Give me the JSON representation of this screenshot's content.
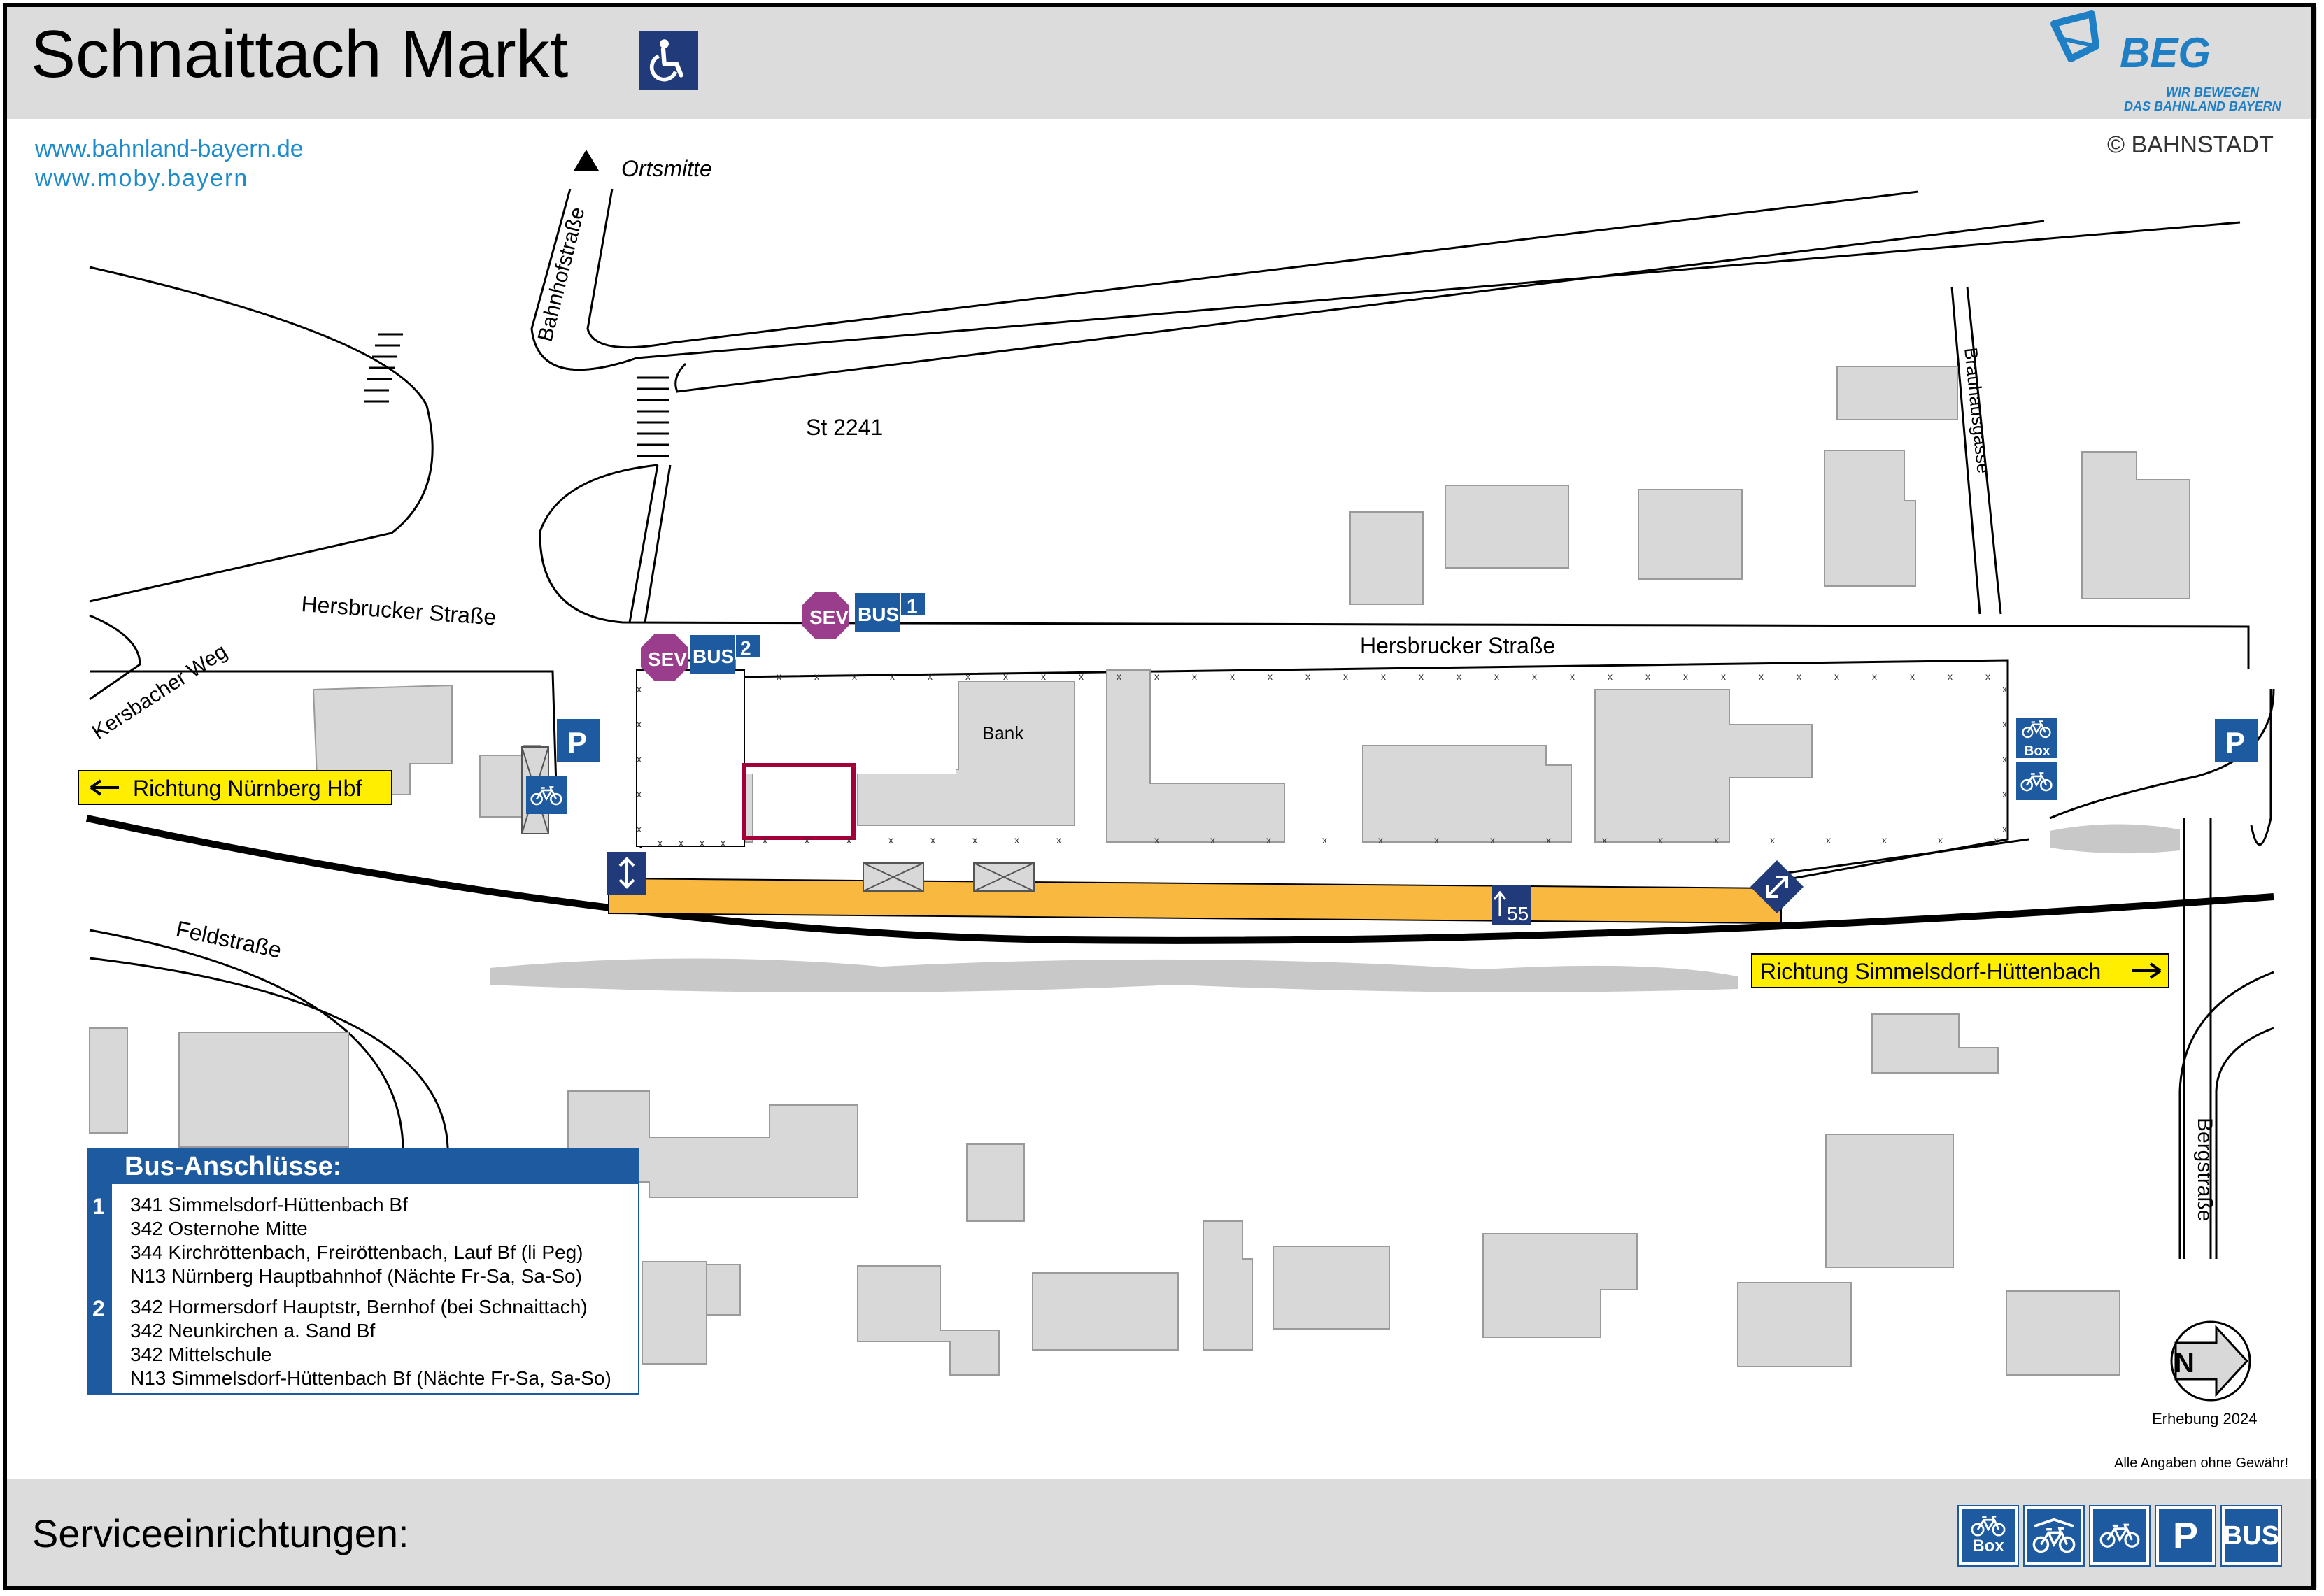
{
  "header": {
    "title": "Schnaittach Markt",
    "accessible_icon": "wheelchair-icon",
    "logo": {
      "name": "BEG",
      "tagline_1": "WIR BEWEGEN",
      "tagline_2": "DAS BAHNLAND BAYERN"
    },
    "copyright": "© BAHNSTADT"
  },
  "links": [
    "www.bahnland-bayern.de",
    "www.moby.bayern"
  ],
  "map": {
    "street_labels": {
      "ortsmitte": "Ortsmitte",
      "bahnhofstrasse": "Bahnhofstraße",
      "st2241": "St 2241",
      "brauhausgasse": "Brauhausgasse",
      "hersbrucker_west": "Hersbrucker Straße",
      "hersbrucker_east": "Hersbrucker Straße",
      "kersbacher_weg": "Kersbacher Weg",
      "feldstrasse": "Feldstraße",
      "bergstrasse": "Bergstraße"
    },
    "building_label": "Bank",
    "directions": {
      "west": "Richtung Nürnberg Hbf",
      "east": "Richtung Simmelsdorf-Hüttenbach"
    },
    "stops": [
      {
        "sev": "SEV",
        "bus": "BUS",
        "number": "1"
      },
      {
        "sev": "SEV",
        "bus": "BUS",
        "number": "2"
      }
    ],
    "platform_height": "55",
    "icon_labels": {
      "parking": "P",
      "box": "Box"
    },
    "survey": "Erhebung 2024",
    "disclaimer": "Alle Angaben ohne Gewähr!",
    "north_letter": "N",
    "colors": {
      "platform": "#f9b941",
      "sev": "#993d8c",
      "service_blue": "#1e5aa0",
      "direction_yellow": "#ffee00",
      "building": "#d8d8d8",
      "accessible_blue": "#203a7a",
      "mark_red": "#a3003b"
    }
  },
  "bus_connections": {
    "title": "Bus-Anschlüsse:",
    "groups": [
      {
        "stop": "1",
        "lines": [
          "341 Simmelsdorf-Hüttenbach Bf",
          "342 Osternohe Mitte",
          "344 Kirchröttenbach, Freiröttenbach, Lauf Bf (li Peg)",
          "N13 Nürnberg Hauptbahnhof (Nächte Fr-Sa, Sa-So)"
        ]
      },
      {
        "stop": "2",
        "lines": [
          "342 Hormersdorf Hauptstr, Bernhof (bei Schnaittach)",
          "342 Neunkirchen a. Sand Bf",
          "342 Mittelschule",
          "N13 Simmelsdorf-Hüttenbach Bf (Nächte Fr-Sa, Sa-So)"
        ]
      }
    ]
  },
  "footer": {
    "label": "Serviceeinrichtungen:",
    "icons": [
      {
        "name": "bike-box-icon",
        "text": "Box"
      },
      {
        "name": "bike-parking-covered-icon",
        "text": ""
      },
      {
        "name": "bike-parking-icon",
        "text": ""
      },
      {
        "name": "parking-icon",
        "text": "P"
      },
      {
        "name": "bus-icon",
        "text": "BUS"
      }
    ]
  }
}
